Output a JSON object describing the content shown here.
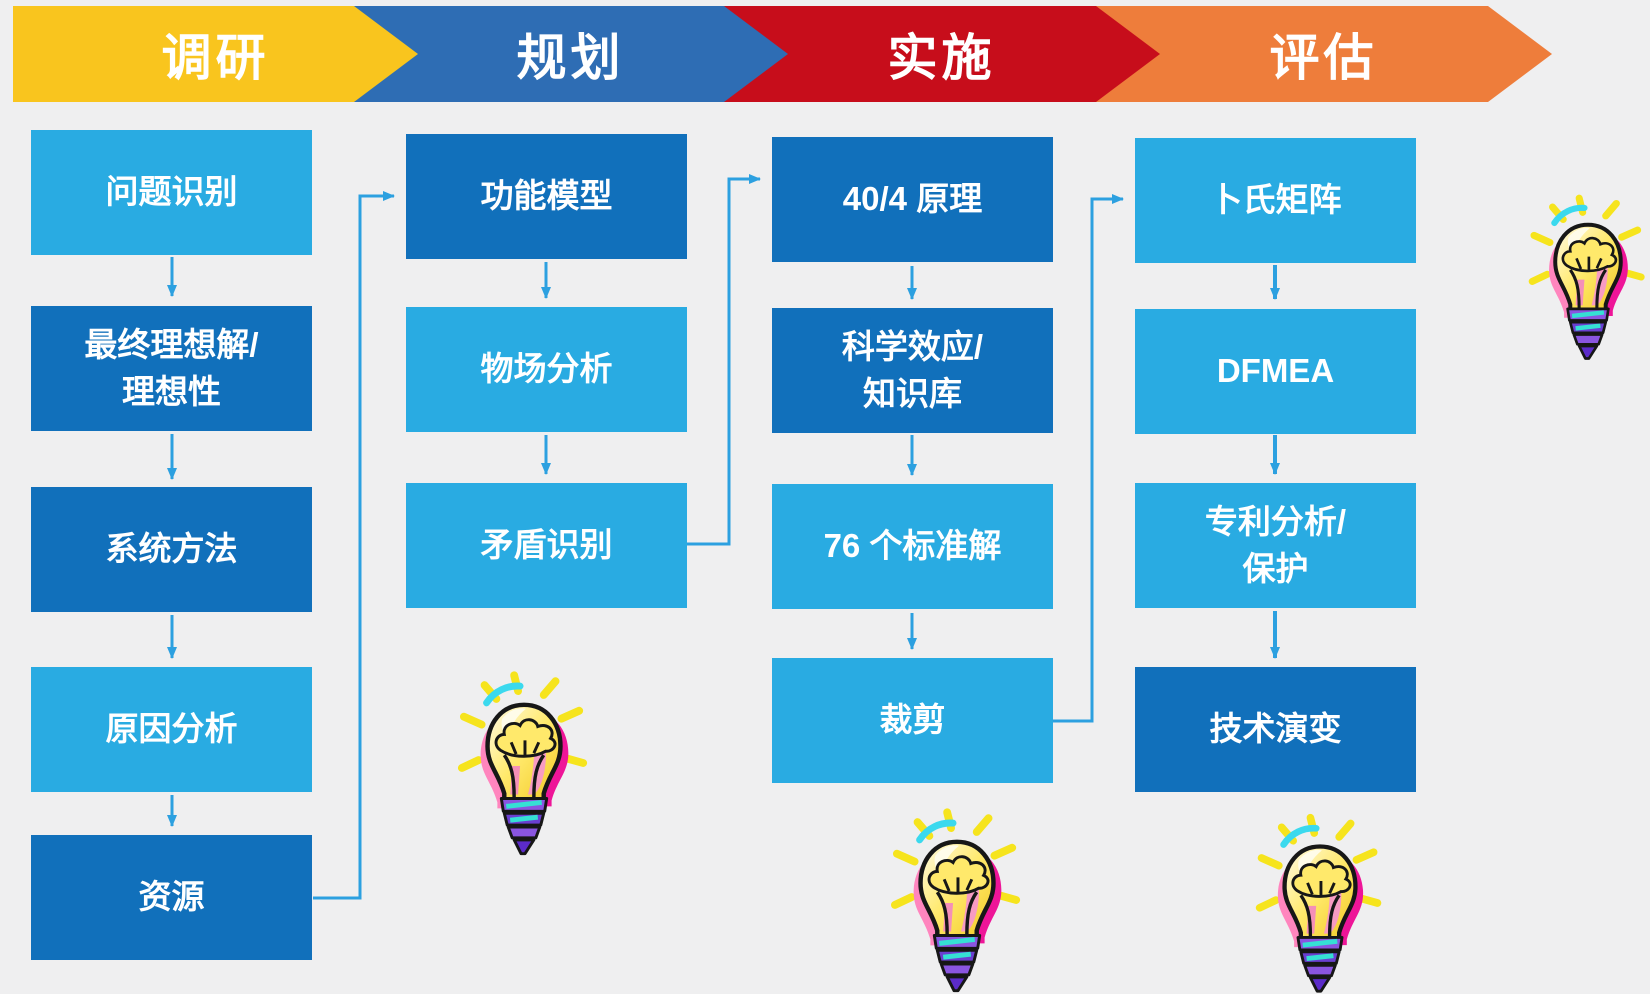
{
  "colors": {
    "background": "#EFEFF0",
    "box_light_blue": "#29ABE2",
    "box_dark_blue": "#1170BB",
    "connector_blue": "#2CA0E0",
    "text": "#FFFFFF",
    "phase_research": "#F9C51E",
    "phase_planning": "#2E6DB4",
    "phase_implementation": "#C70D1B",
    "phase_evaluation": "#EE7D3B"
  },
  "phases": [
    {
      "label": "调研"
    },
    {
      "label": "规划"
    },
    {
      "label": "实施"
    },
    {
      "label": "评估"
    }
  ],
  "columns": [
    {
      "phase": "调研",
      "boxes": [
        {
          "label": "问题识别",
          "tone": "light"
        },
        {
          "label": "最终理想解/理想性",
          "lines": [
            "最终理想解/",
            "理想性"
          ],
          "tone": "dark"
        },
        {
          "label": "系统方法",
          "tone": "dark"
        },
        {
          "label": "原因分析",
          "tone": "light"
        },
        {
          "label": "资源",
          "tone": "dark"
        }
      ]
    },
    {
      "phase": "规划",
      "boxes": [
        {
          "label": "功能模型",
          "tone": "dark"
        },
        {
          "label": "物场分析",
          "tone": "light"
        },
        {
          "label": "矛盾识别",
          "tone": "light"
        }
      ]
    },
    {
      "phase": "实施",
      "boxes": [
        {
          "label": "40/4 原理",
          "tone": "dark"
        },
        {
          "label": "科学效应/知识库",
          "lines": [
            "科学效应/",
            "知识库"
          ],
          "tone": "dark"
        },
        {
          "label": "76 个标准解",
          "tone": "light"
        },
        {
          "label": "裁剪",
          "tone": "light"
        }
      ]
    },
    {
      "phase": "评估",
      "boxes": [
        {
          "label": "卜氏矩阵",
          "tone": "light"
        },
        {
          "label": "DFMEA",
          "tone": "light"
        },
        {
          "label": "专利分析/保护",
          "lines": [
            "专利分析/",
            "保护"
          ],
          "tone": "light"
        },
        {
          "label": "技术演变",
          "tone": "dark"
        }
      ]
    }
  ],
  "decorations": {
    "lightbulb_count": 4
  }
}
